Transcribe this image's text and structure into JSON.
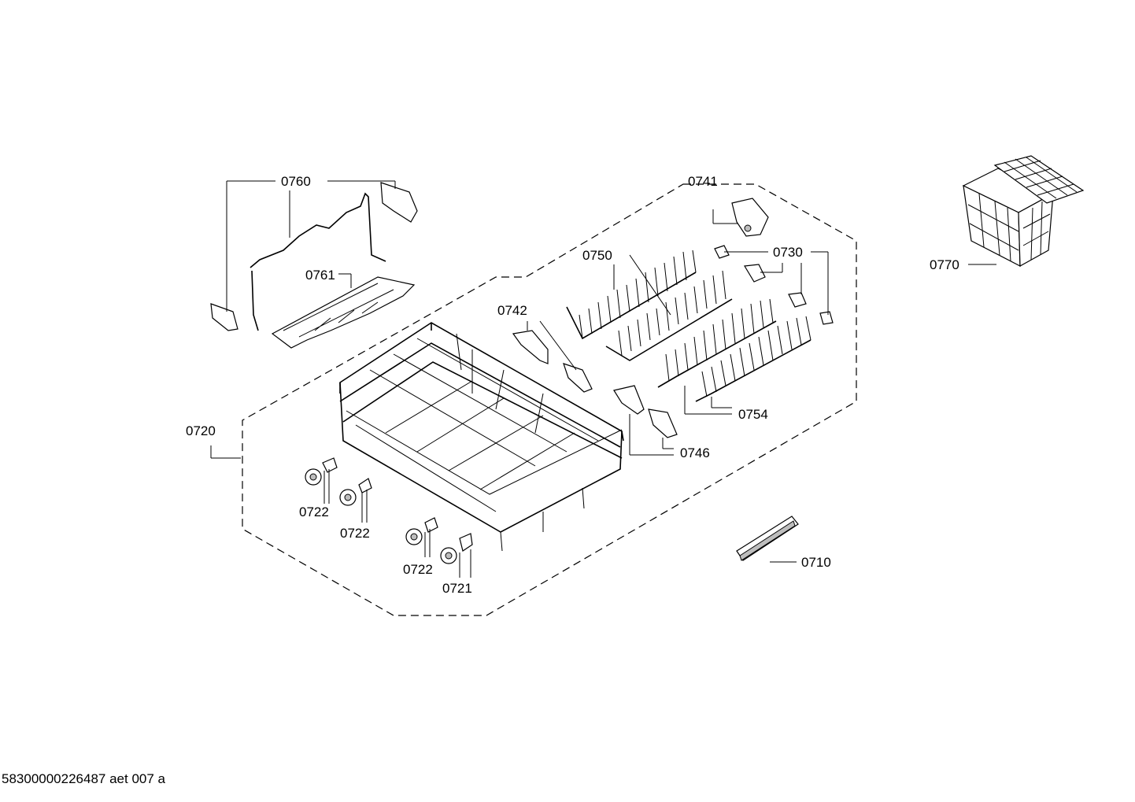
{
  "diagram": {
    "callouts": {
      "c0760": "0760",
      "c0761": "0761",
      "c0741": "0741",
      "c0750": "0750",
      "c0730": "0730",
      "c0742": "0742",
      "c0754": "0754",
      "c0720": "0720",
      "c0746": "0746",
      "c0722a": "0722",
      "c0722b": "0722",
      "c0722c": "0722",
      "c0721": "0721",
      "c0710": "0710",
      "c0770": "0770"
    },
    "footer": "58300000226487 aet 007 a"
  }
}
